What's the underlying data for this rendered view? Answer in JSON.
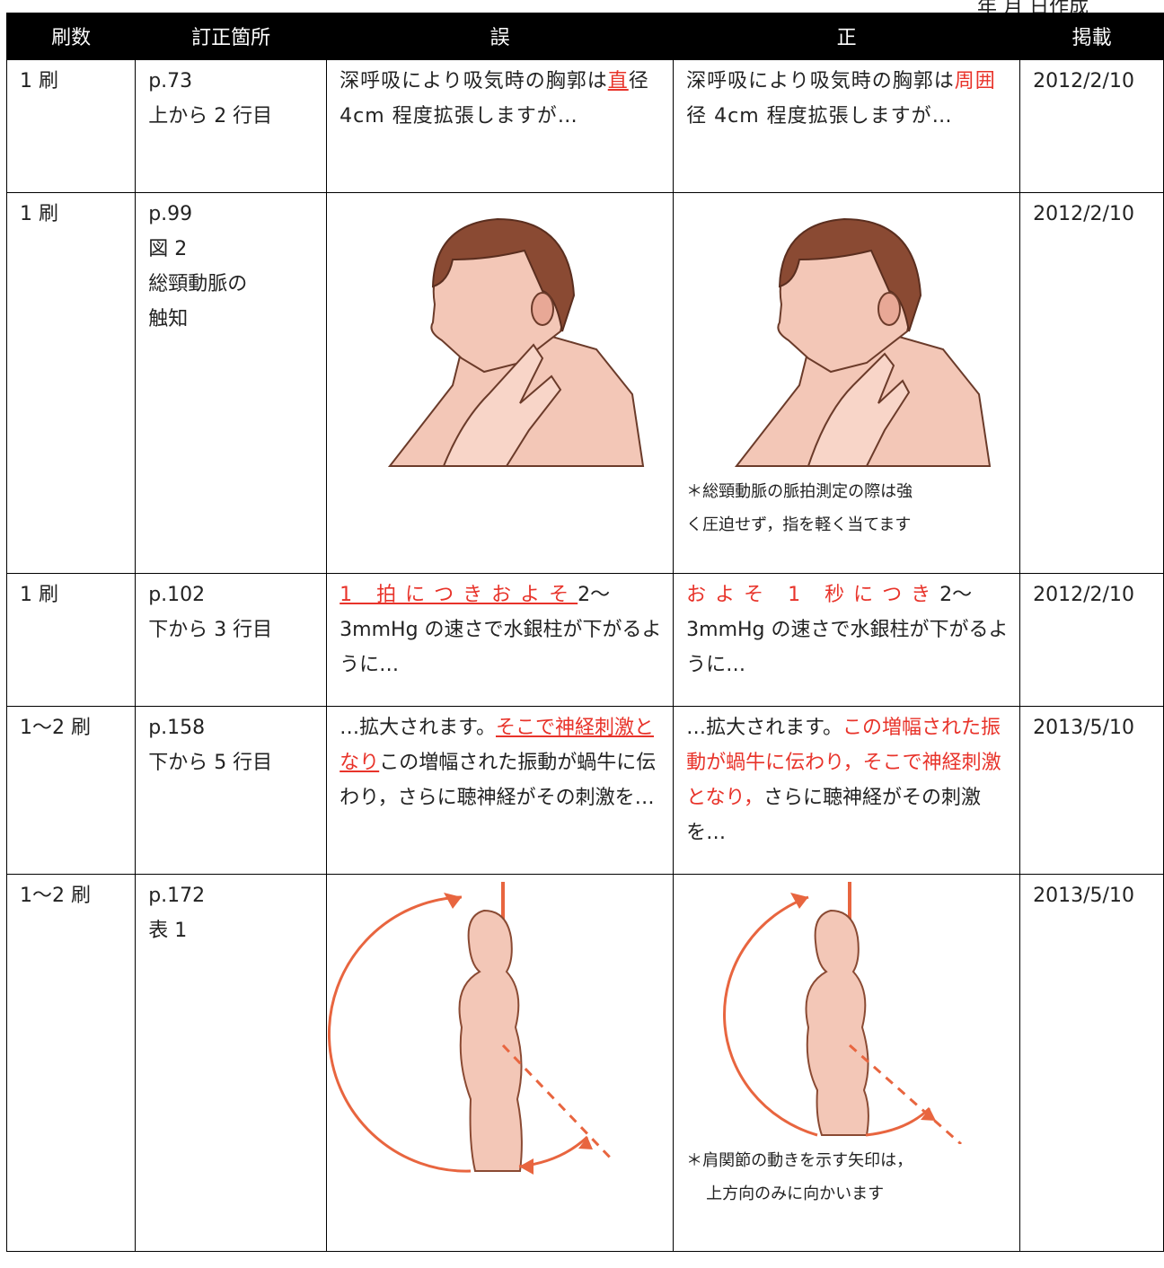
{
  "top_cut_text": "年 月 日作成",
  "headers": [
    "刷数",
    "訂正箇所",
    "誤",
    "正",
    "掲載"
  ],
  "rows": [
    {
      "print": "1 刷",
      "loc": [
        "p.73",
        "上から 2 行目"
      ],
      "wrong": {
        "a": "深呼吸により吸気時の胸郭は",
        "b": "直",
        "c": "径 4cm 程度拡張しますが…"
      },
      "right": {
        "a": "深呼吸により吸気時の胸郭は",
        "b": "周囲",
        "c": "径 4cm 程度拡張しますが…"
      },
      "date": "2012/2/10"
    },
    {
      "print": "1 刷",
      "loc": [
        "p.99",
        "図 2",
        "総頸動脈の",
        "触知"
      ],
      "note": [
        "＊総頸動脈の脈拍測定の際は強",
        "く圧迫せず，指を軽く当てます"
      ],
      "date": "2012/2/10"
    },
    {
      "print": "1 刷",
      "loc": [
        "p.102",
        "下から 3 行目"
      ],
      "wrong": {
        "a": "1 拍につきおよそ",
        "b": "2～3mmHg の速さで水銀柱が下がるように…"
      },
      "right": {
        "a": "およそ 1 秒につき",
        "b": "2～3mmHg の速さで水銀柱が下がるように…"
      },
      "date": "2012/2/10"
    },
    {
      "print": "1～2 刷",
      "loc": [
        "p.158",
        "下から 5 行目"
      ],
      "wrong": {
        "a": "…拡大されます。",
        "b": "そこで神経刺激となり",
        "c": "この増幅された振動が蝸牛に伝わり，さらに聴神経がその刺激を…"
      },
      "right": {
        "a": "…拡大されます。",
        "b": "この増幅された振動が蝸牛に伝わり，そこで神経刺激となり，",
        "c": "さらに聴神経がその刺激を…"
      },
      "date": "2013/5/10"
    },
    {
      "print": "1～2 刷",
      "loc": [
        "p.172",
        "表 1"
      ],
      "note": [
        "＊肩関節の動きを示す矢印は，",
        "上方向のみに向かいます"
      ],
      "date": "2013/5/10"
    }
  ],
  "colors": {
    "header_bg": "#000000",
    "accent_red": "#e8332a",
    "skin": "#f3c7b7",
    "hair": "#8a4a33",
    "figure_line": "#e8653f"
  }
}
